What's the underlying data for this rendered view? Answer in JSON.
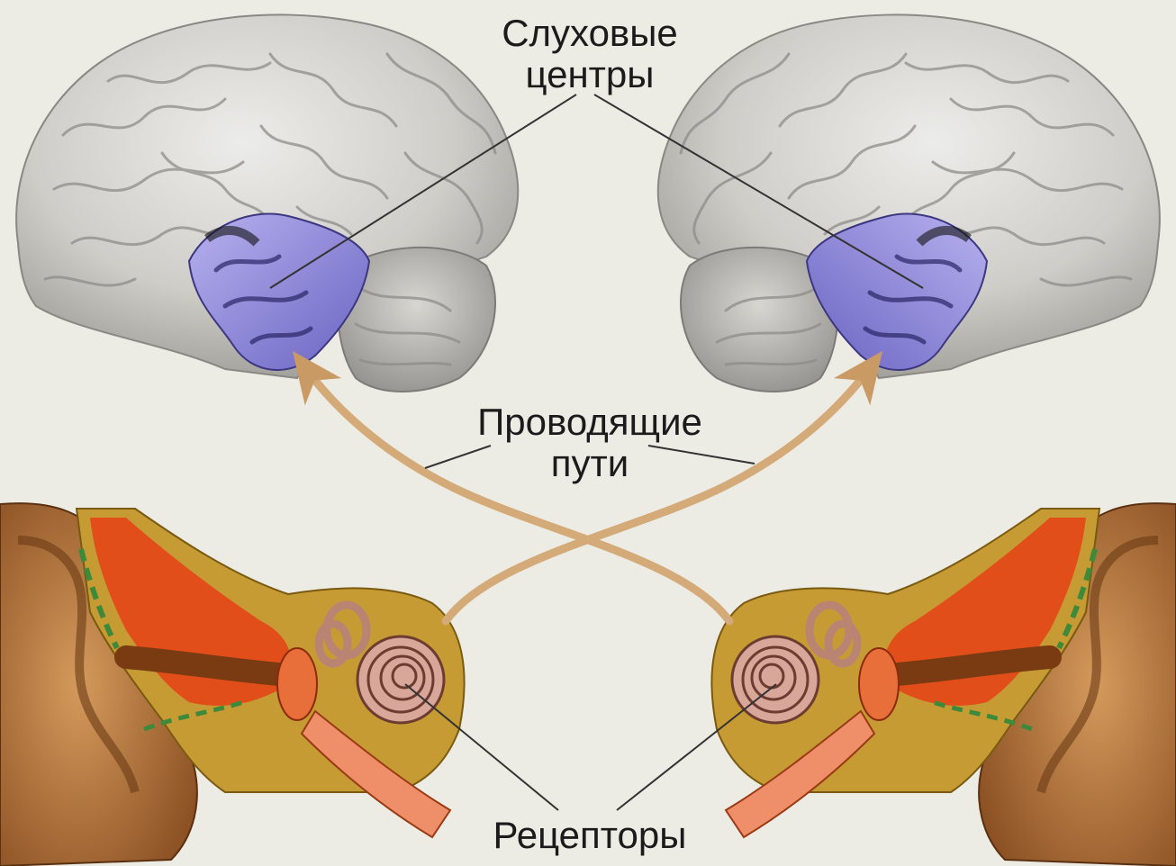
{
  "labels": {
    "auditory_centers": {
      "line1": "Слуховые",
      "line2": "центры"
    },
    "pathways": {
      "line1": "Проводящие",
      "line2": "пути"
    },
    "receptors": "Рецепторы"
  },
  "colors": {
    "background": "#ecebe4",
    "brain": "#d2d0cb",
    "brain_shadow": "#8e8c88",
    "auditory_cortex": "#8c86d8",
    "pathway": "#d4aa78",
    "ear_skin": "#b5743c",
    "ear_tissue": "#e8481a",
    "bone": "#c9a13a",
    "leader_line": "#333333"
  }
}
